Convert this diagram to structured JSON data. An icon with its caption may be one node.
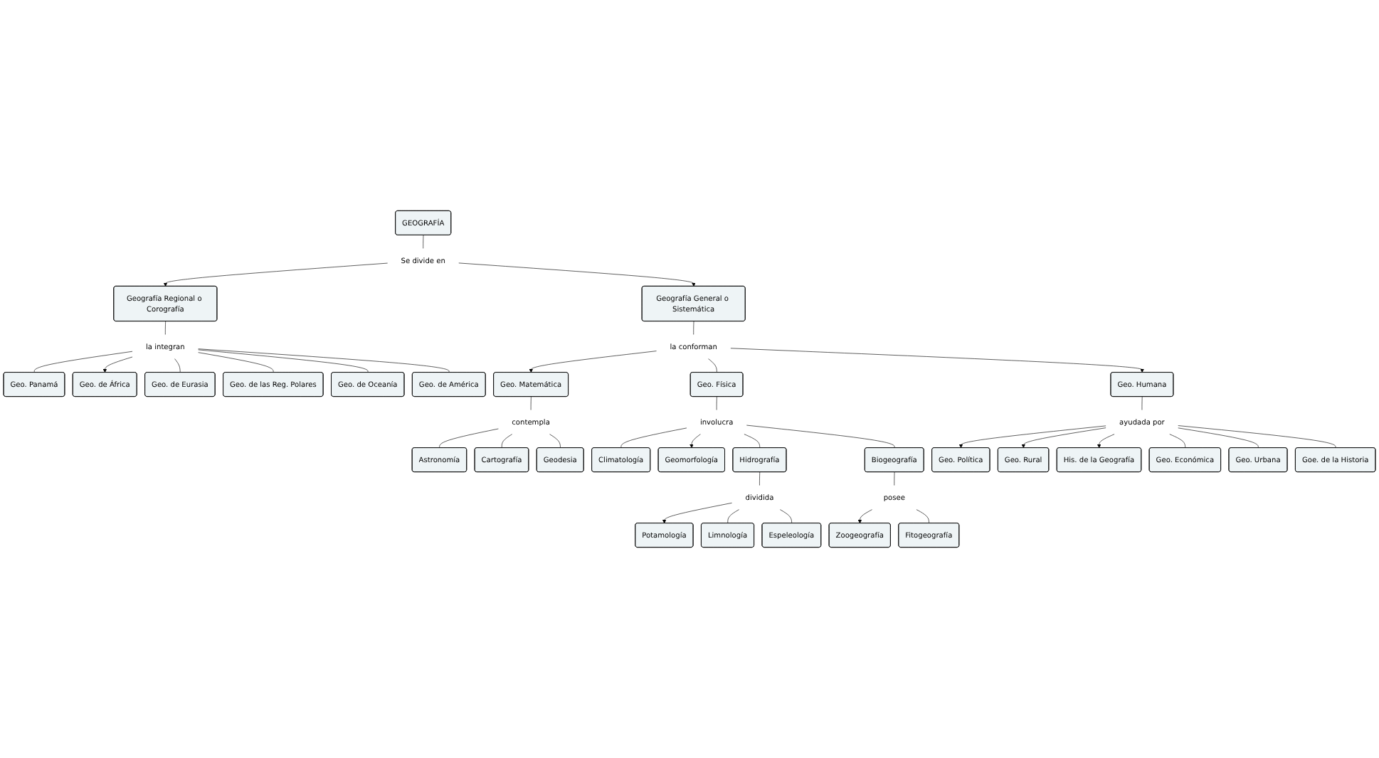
{
  "diagram": {
    "nodes": [
      {
        "text": [
          "GEOGRAFÍA"
        ]
      },
      {
        "text": [
          "Se divide en"
        ]
      },
      {
        "text": [
          "Geografía Regional o Corografía"
        ]
      },
      {
        "text": [
          "Geografía General o Sistemática"
        ]
      },
      {
        "text": [
          "la integran"
        ]
      },
      {
        "text": [
          "la conforman"
        ]
      },
      {
        "text": [
          "Geo. Panamá"
        ]
      },
      {
        "text": [
          "Geo. de África"
        ]
      },
      {
        "text": [
          "Geo. Matemática"
        ]
      },
      {
        "text": [
          "Geo. Física"
        ]
      },
      {
        "text": [
          "Geo. Humana"
        ]
      },
      {
        "text": [
          "contempla"
        ]
      },
      {
        "text": [
          "involucra"
        ]
      },
      {
        "text": [
          "Geo. Política"
        ]
      },
      {
        "text": [
          "Geo. de Eurasia"
        ]
      },
      {
        "text": [
          "Astronomía"
        ]
      },
      {
        "text": [
          "Cartografía"
        ]
      },
      {
        "text": [
          "Climatología"
        ]
      },
      {
        "text": [
          "ayudada por"
        ]
      },
      {
        "text": [
          "Geo. Rural"
        ]
      },
      {
        "text": [
          "Geo. de las Reg. Polares"
        ]
      },
      {
        "text": [
          "Geodesia"
        ]
      },
      {
        "text": [
          "Geomorfología"
        ]
      },
      {
        "text": [
          "His. de la Geografía"
        ]
      },
      {
        "text": [
          "Geo. de Oceanía"
        ]
      },
      {
        "text": [
          "Hidrografía"
        ]
      },
      {
        "text": [
          "Geo. Económica"
        ]
      },
      {
        "text": [
          "Geo. de América"
        ]
      },
      {
        "text": [
          "dividida"
        ]
      },
      {
        "text": [
          "Potamología"
        ]
      },
      {
        "text": [
          "Limnología"
        ]
      },
      {
        "text": [
          "Geo. Urbana"
        ]
      },
      {
        "text": [
          "Goe. de la Historia"
        ]
      },
      {
        "text": [
          "Espeleología"
        ]
      },
      {
        "text": [
          "Biogeografía"
        ]
      },
      {
        "text": [
          "posee"
        ]
      },
      {
        "text": [
          "Zoogeografía"
        ]
      },
      {
        "text": [
          "Fitogeografía"
        ]
      }
    ],
    "edges": [
      {
        "from": 0,
        "to": 1,
        "arrow": "none"
      },
      {
        "from": 1,
        "to": 2,
        "arrow": "to"
      },
      {
        "from": 1,
        "to": 3,
        "arrow": "to"
      },
      {
        "from": 2,
        "to": 4,
        "arrow": "none"
      },
      {
        "from": 4,
        "to": 6,
        "arrow": "none"
      },
      {
        "from": 4,
        "to": 7,
        "arrow": "to"
      },
      {
        "from": 4,
        "to": 14,
        "arrow": "none"
      },
      {
        "from": 4,
        "to": 20,
        "arrow": "none"
      },
      {
        "from": 4,
        "to": 24,
        "arrow": "none"
      },
      {
        "from": 4,
        "to": 27,
        "arrow": "none"
      },
      {
        "from": 3,
        "to": 5,
        "arrow": "none"
      },
      {
        "from": 5,
        "to": 8,
        "arrow": "to"
      },
      {
        "from": 5,
        "to": 9,
        "arrow": "none"
      },
      {
        "from": 5,
        "to": 10,
        "arrow": "to"
      },
      {
        "from": 8,
        "to": 11,
        "arrow": "none"
      },
      {
        "from": 11,
        "to": 15,
        "arrow": "none"
      },
      {
        "from": 11,
        "to": 16,
        "arrow": "none"
      },
      {
        "from": 11,
        "to": 21,
        "arrow": "none"
      },
      {
        "from": 9,
        "to": 12,
        "arrow": "none"
      },
      {
        "from": 12,
        "to": 17,
        "arrow": "none"
      },
      {
        "from": 12,
        "to": 22,
        "arrow": "to"
      },
      {
        "from": 12,
        "to": 25,
        "arrow": "none"
      },
      {
        "from": 12,
        "to": 34,
        "arrow": "none"
      },
      {
        "from": 25,
        "to": 28,
        "arrow": "none"
      },
      {
        "from": 28,
        "to": 29,
        "arrow": "to"
      },
      {
        "from": 28,
        "to": 30,
        "arrow": "none"
      },
      {
        "from": 28,
        "to": 33,
        "arrow": "none"
      },
      {
        "from": 34,
        "to": 35,
        "arrow": "none"
      },
      {
        "from": 35,
        "to": 36,
        "arrow": "to"
      },
      {
        "from": 35,
        "to": 37,
        "arrow": "none"
      },
      {
        "from": 10,
        "to": 18,
        "arrow": "none"
      },
      {
        "from": 18,
        "to": 13,
        "arrow": "to"
      },
      {
        "from": 18,
        "to": 19,
        "arrow": "to"
      },
      {
        "from": 18,
        "to": 23,
        "arrow": "to"
      },
      {
        "from": 18,
        "to": 26,
        "arrow": "none"
      },
      {
        "from": 18,
        "to": 31,
        "arrow": "none"
      },
      {
        "from": 18,
        "to": 32,
        "arrow": "none"
      }
    ]
  }
}
